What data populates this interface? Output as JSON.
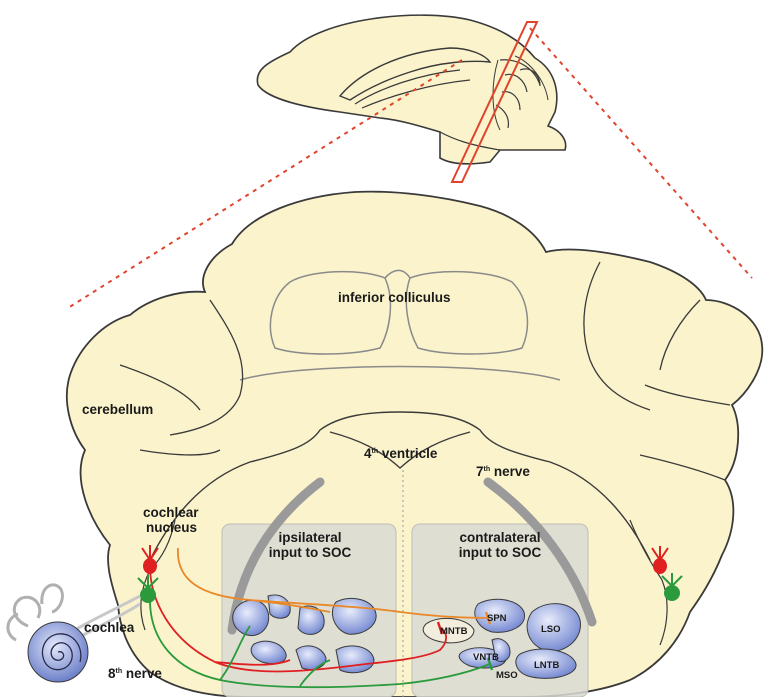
{
  "labels": {
    "inferior_colliculus": "inferior colliculus",
    "cerebellum": "cerebellum",
    "fourth_ventricle_num": "4",
    "fourth_ventricle_sup": "th",
    "fourth_ventricle_word": " ventricle",
    "seventh_nerve_num": "7",
    "seventh_nerve_sup": "th",
    "seventh_nerve_word": " nerve",
    "cochlear_nucleus_line1": "cochlear",
    "cochlear_nucleus_line2": "nucleus",
    "cochlea": "cochlea",
    "eighth_nerve_num": "8",
    "eighth_nerve_sup": "th",
    "eighth_nerve_word": " nerve",
    "ipsilateral_line1": "ipsilateral",
    "ipsilateral_line2": "input to SOC",
    "contralateral_line1": "contralateral",
    "contralateral_line2": "input to SOC",
    "spn": "SPN",
    "mntb": "MNTB",
    "lso": "LSO",
    "vntb": "VNTB",
    "mso": "MSO",
    "lntb": "LNTB"
  },
  "colors": {
    "tissue": "#faf3cc",
    "outline": "#4a4a4a",
    "nucleus_fill": "#7a8fd6",
    "panel": "#d9d9d4",
    "plane": "#e0442c",
    "orange_axon": "#e8892a",
    "red_neuron": "#e02020",
    "green_neuron": "#2a9a3c"
  }
}
